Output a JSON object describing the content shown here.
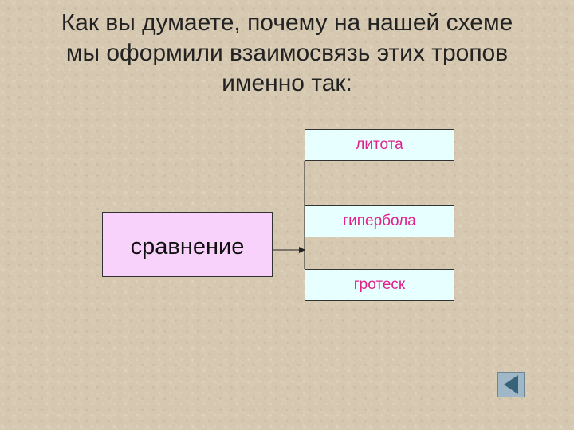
{
  "title": {
    "line1": "Как вы думаете, почему на нашей схеме",
    "line2": "мы оформили взаимосвязь этих тропов",
    "line3": "именно так:"
  },
  "diagram": {
    "source": "сравнение",
    "targets": [
      "литота",
      "гипербола",
      "гротеск"
    ]
  },
  "nav": {
    "back_icon": "triangle-left-icon"
  },
  "colors": {
    "source_fill": "#f9d2fb",
    "target_fill": "#e8ffff",
    "target_text": "#e0218a",
    "button": "#9fb7c7"
  }
}
